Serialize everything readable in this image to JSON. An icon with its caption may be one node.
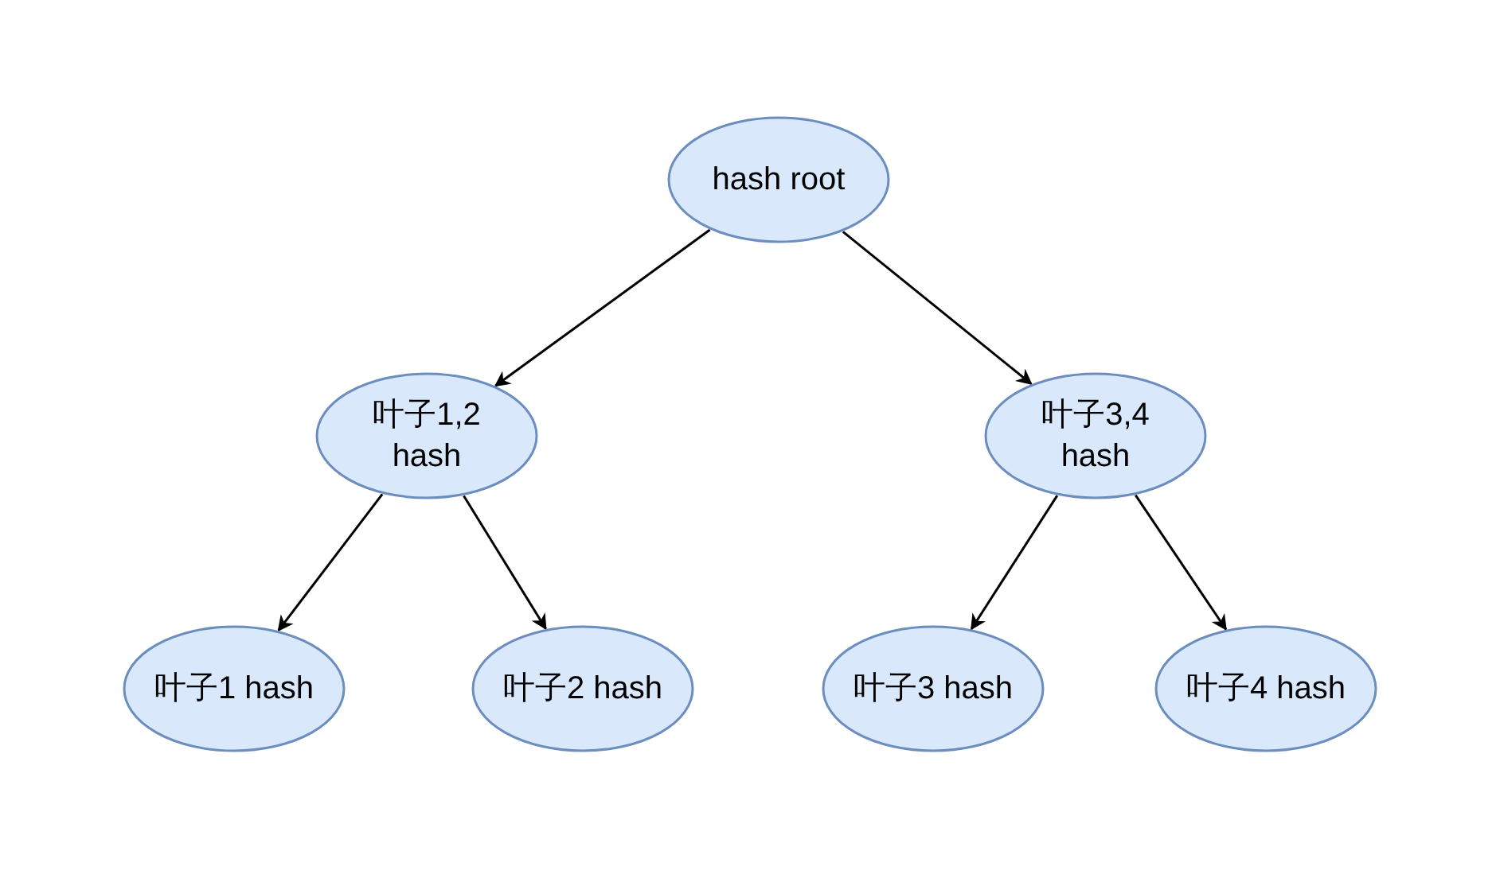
{
  "diagram": {
    "nodes": [
      {
        "text": [
          "hash root"
        ]
      },
      {
        "text": [
          "叶子1,2 hash"
        ]
      },
      {
        "text": [
          "叶子3,4 hash"
        ]
      },
      {
        "text": [
          "叶子1 hash"
        ]
      },
      {
        "text": [
          "叶子2 hash"
        ]
      },
      {
        "text": [
          "叶子3 hash"
        ]
      },
      {
        "text": [
          "叶子4 hash"
        ]
      }
    ],
    "edges": [
      {
        "from": 0,
        "to": 1,
        "arrow": "to"
      },
      {
        "from": 0,
        "to": 2,
        "arrow": "to"
      },
      {
        "from": 1,
        "to": 3,
        "arrow": "to"
      },
      {
        "from": 1,
        "to": 4,
        "arrow": "to"
      },
      {
        "from": 2,
        "to": 5,
        "arrow": "to"
      },
      {
        "from": 2,
        "to": 6,
        "arrow": "to"
      }
    ]
  }
}
